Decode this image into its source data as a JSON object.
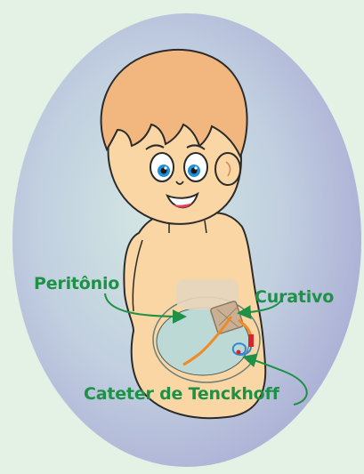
{
  "labels": {
    "peritonio": "Peritônio",
    "curativo": "Curativo",
    "cateter": "Cateter de Tenckhoff"
  },
  "colors": {
    "background": "#e3f2e4",
    "oval_light": "#c9dcdf",
    "oval_dark": "#aeb2d6",
    "label_green": "#1f9146",
    "skin": "#f9d6a4",
    "hair": "#f2b77f",
    "outline": "#2b2b2b",
    "eye_blue": "#1f8fd6",
    "peritoneum_fill": "#bcd9d6",
    "dressing": "#c9b095",
    "catheter_orange": "#f08a24",
    "catheter_blue": "#2f86d6",
    "catheter_red": "#d7262a"
  }
}
